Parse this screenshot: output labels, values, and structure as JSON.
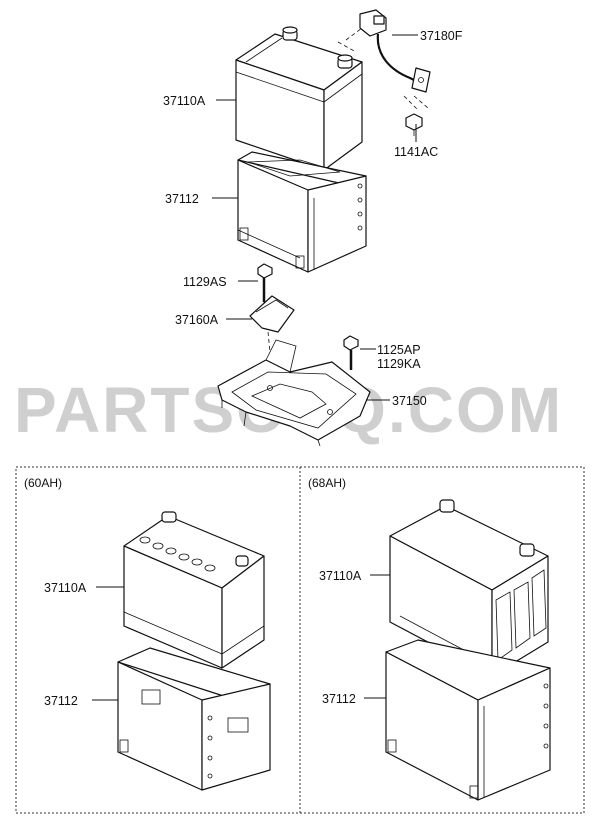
{
  "watermark": "PARTSOUQ.COM",
  "main_diagram": {
    "labels": {
      "terminal_cable": "37180F",
      "battery": "37110A",
      "bolt_1141": "1141AC",
      "battery_insulator": "37112",
      "bolt_1129": "1129AS",
      "clamp": "37160A",
      "bolt_1125": "1125AP",
      "bolt_1129ka": "1129KA",
      "tray": "37150"
    }
  },
  "panels": [
    {
      "title": "(60AH)",
      "battery_label": "37110A",
      "insulator_label": "37112"
    },
    {
      "title": "(68AH)",
      "battery_label": "37110A",
      "insulator_label": "37112"
    }
  ]
}
